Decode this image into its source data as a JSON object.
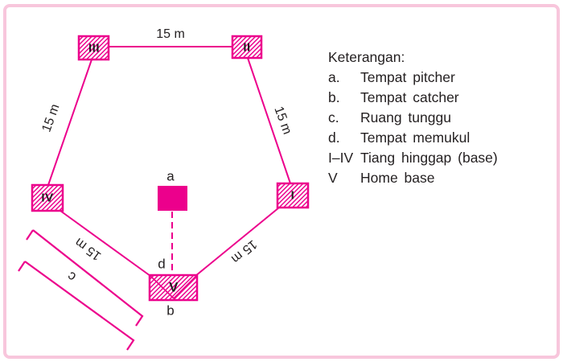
{
  "colors": {
    "magenta": "#ec008c",
    "frame_pink": "#f8c6dc",
    "text": "#231f20"
  },
  "diagram": {
    "distance_labels": {
      "top": "15 m",
      "left": "15 m",
      "right": "15 m",
      "bottom_left": "15 m",
      "bottom_right": "15 m"
    },
    "bases": {
      "one": "I",
      "two": "II",
      "three": "III",
      "four": "IV",
      "home": "V"
    },
    "point_labels": {
      "pitcher": "a",
      "catcher": "b",
      "waiting": "c",
      "batting": "d"
    }
  },
  "legend": {
    "title": "Keterangan:",
    "items": [
      {
        "key": "a.",
        "text": "Tempat pitcher"
      },
      {
        "key": "b.",
        "text": "Tempat catcher"
      },
      {
        "key": "c.",
        "text": "Ruang tunggu"
      },
      {
        "key": "d.",
        "text": "Tempat memukul"
      },
      {
        "key": "I–IV",
        "text": "Tiang hinggap (base)"
      },
      {
        "key": "V",
        "text": "Home base"
      }
    ]
  }
}
